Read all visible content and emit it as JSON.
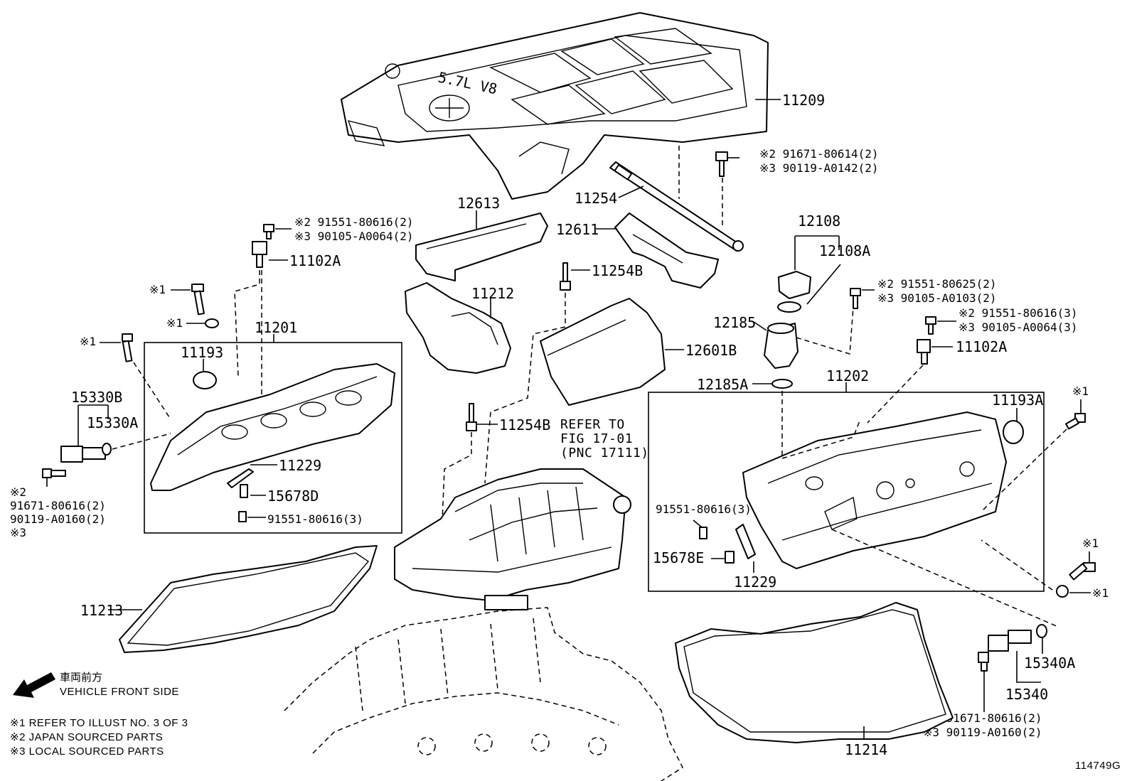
{
  "parts": {
    "p11209": "11209",
    "p11254": "11254",
    "p12613": "12613",
    "p12611": "12611",
    "p12108": "12108",
    "p12108A": "12108A",
    "p11102A_l": "11102A",
    "p11102A_r": "11102A",
    "p11254B_top": "11254B",
    "p11254B_mid": "11254B",
    "p11212": "11212",
    "p11201": "11201",
    "p11193": "11193",
    "p11193A": "11193A",
    "p12185": "12185",
    "p12185A": "12185A",
    "p12601B": "12601B",
    "p11202": "11202",
    "p15330B": "15330B",
    "p15330A": "15330A",
    "p11229_l": "11229",
    "p11229_r": "11229",
    "p15678D": "15678D",
    "p15678E": "15678E",
    "p91551_l": "91551-80616(3)",
    "p91551_r": "91551-80616(3)",
    "p11213": "11213",
    "p11214": "11214",
    "p15340A": "15340A",
    "p15340": "15340"
  },
  "bolt_notes": {
    "top_right_1": "※2 91671-80614(2)",
    "top_right_2": "※3 90119-A0142(2)",
    "left_top_1": "※2 91551-80616(2)",
    "left_top_2": "※3 90105-A0064(2)",
    "right_mid_1": "※2 91551-80625(2)",
    "right_mid_2": "※3 90105-A0103(2)",
    "right_mid_3": "※2 91551-80616(3)",
    "right_mid_4": "※3 90105-A0064(3)",
    "left_bottom_1": "※2",
    "left_bottom_2": "91671-80616(2)",
    "left_bottom_3": "90119-A0160(2)",
    "left_bottom_4": "※3",
    "right_bottom_1": "※2 91671-80616(2)",
    "right_bottom_2": "※3 90119-A0160(2)"
  },
  "ref_marks": {
    "m1": "※1",
    "m2": "※1",
    "m3": "※1",
    "m4": "※1",
    "m5": "※1",
    "m6": "※1"
  },
  "refer": {
    "line1": "REFER TO",
    "line2": "FIG 17-01",
    "line3": "(PNC 17111)"
  },
  "engine_badge": "5.7L V8",
  "legend": {
    "jp": "車両前方",
    "front": "VEHICLE FRONT SIDE",
    "note1": "※1 REFER TO ILLUST NO. 3 OF 3",
    "note2": "※2 JAPAN SOURCED PARTS",
    "note3": "※3 LOCAL SOURCED PARTS"
  },
  "figure_id": "114749G"
}
